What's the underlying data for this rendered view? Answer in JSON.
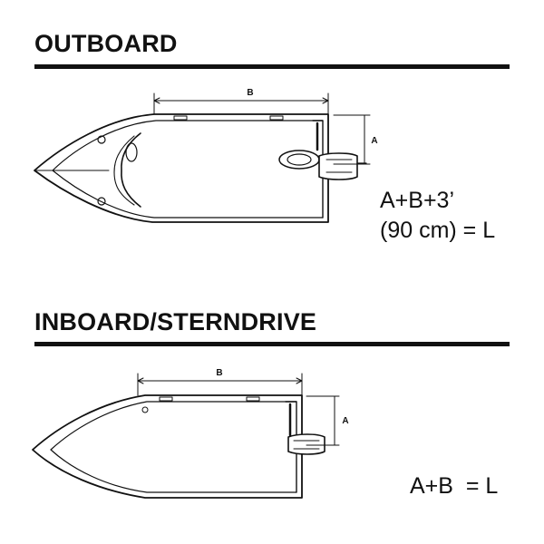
{
  "outboard": {
    "title": "OUTBOARD",
    "dim_b": "B",
    "dim_a": "A",
    "formula_line1": "A+B+3’",
    "formula_line2": "(90 cm) = L"
  },
  "inboard": {
    "title": "INBOARD/STERNDRIVE",
    "dim_b": "B",
    "dim_a": "A",
    "formula": "A+B  = L"
  }
}
